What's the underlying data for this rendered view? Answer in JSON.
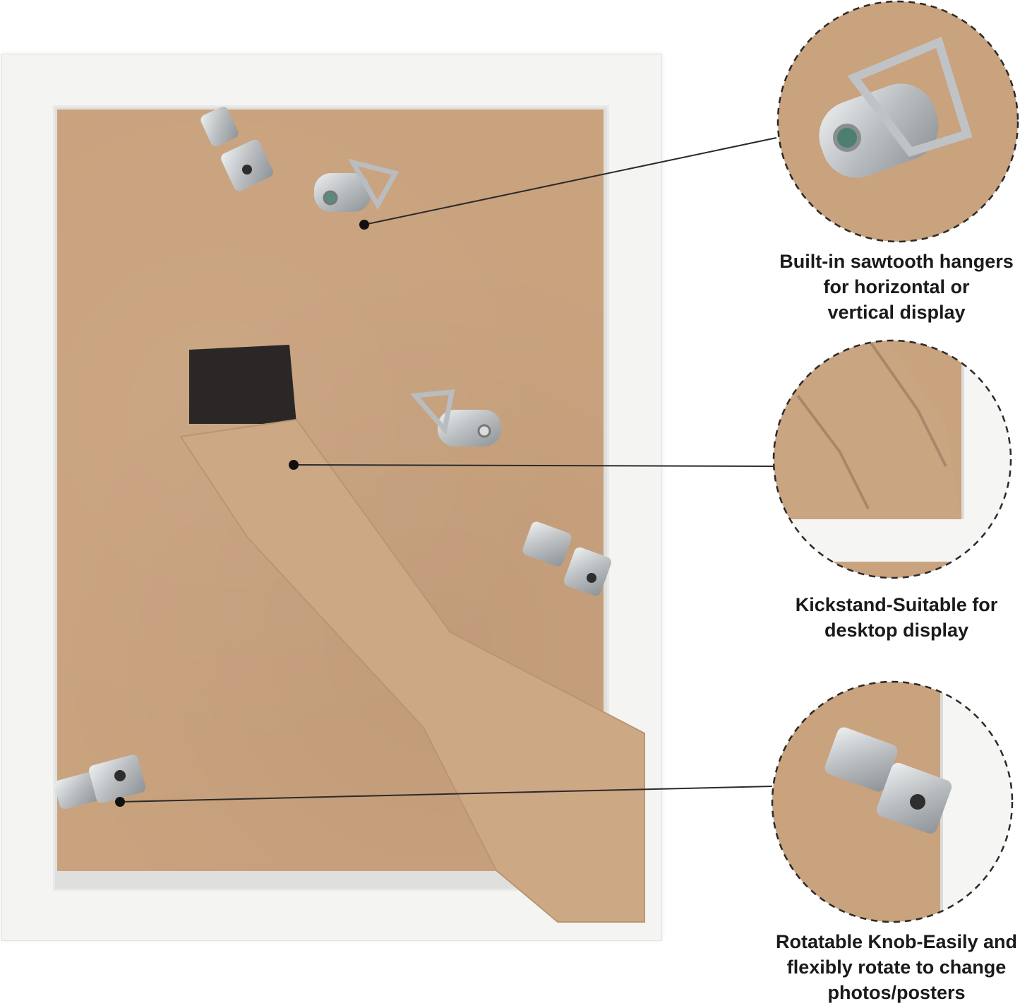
{
  "colors": {
    "board": "#c9a27e",
    "frame": "#f4f5f3",
    "metal": "#c7cacc",
    "text": "#1a1a1a"
  },
  "callouts": [
    {
      "name": "sawtooth-hangers",
      "lines": [
        "Built-in sawtooth hangers",
        "for horizontal or",
        "vertical display"
      ]
    },
    {
      "name": "kickstand",
      "lines": [
        "Kickstand-Suitable for",
        "desktop  display"
      ]
    },
    {
      "name": "rotatable-knob",
      "lines": [
        "Rotatable Knob-Easily and",
        "flexibly rotate to change",
        "photos/posters"
      ]
    }
  ]
}
